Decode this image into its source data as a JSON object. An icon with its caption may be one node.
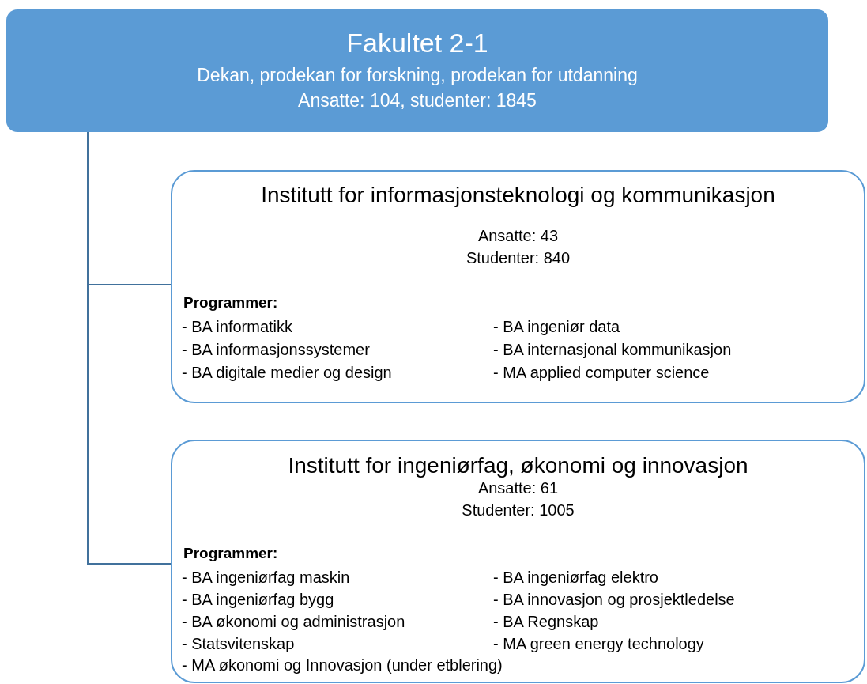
{
  "diagram": {
    "nodes": [
      {
        "text": [
          "Fakultet 2-1",
          "Dekan, prodekan for forskning, prodekan for utdanning",
          "Ansatte: 104, studenter: 1845"
        ]
      },
      {
        "text": [
          "Institutt for informasjonsteknologi og kommunikasjon",
          "Ansatte: 43",
          "Studenter: 840",
          "Programmer:",
          "- BA informatikk",
          "- BA ingeniør data",
          "- BA informasjonssystemer",
          "- BA internasjonal kommunikasjon",
          "- BA digitale medier og design",
          "- MA applied computer science"
        ]
      },
      {
        "text": [
          "Institutt for ingeniørfag, økonomi og innovasjon",
          "Ansatte: 61",
          "Studenter: 1005",
          "Programmer:",
          "- BA ingeniørfag maskin",
          "- BA ingeniørfag elektro",
          "- BA ingeniørfag bygg",
          "- BA innovasjon og prosjektledelse",
          "- BA økonomi og administrasjon",
          "- BA Regnskap",
          "- Statsvitenskap",
          "- MA green energy technology",
          "- MA økonomi og Innovasjon (under etblering)"
        ]
      }
    ],
    "edges": [
      {
        "from": 0,
        "to": 1,
        "arrow": "none"
      },
      {
        "from": 0,
        "to": 2,
        "arrow": "none"
      }
    ]
  }
}
